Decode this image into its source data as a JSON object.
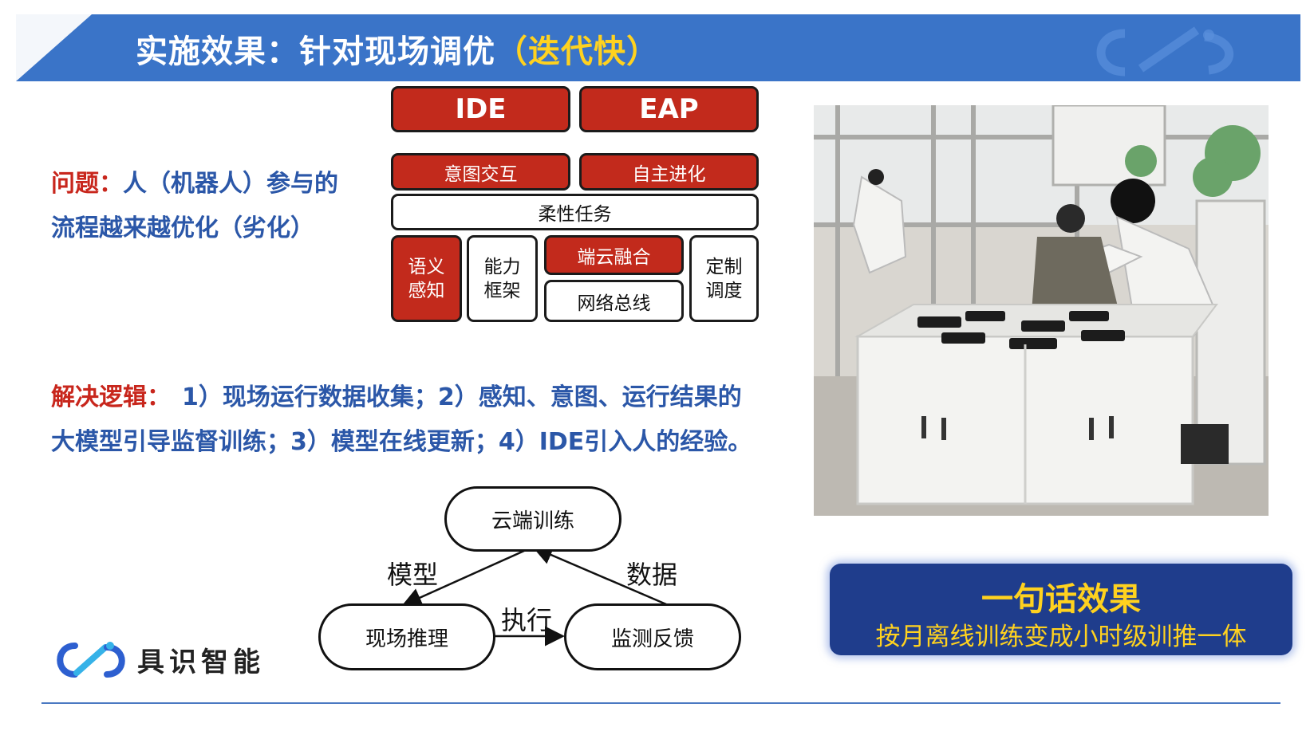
{
  "header": {
    "title": "实施效果：针对现场调优",
    "title_highlight": "（迭代快）"
  },
  "architecture": {
    "top": [
      "IDE",
      "EAP"
    ],
    "second": [
      "意图交互",
      "自主进化"
    ],
    "third": "柔性任务",
    "bottom": {
      "semantic": "语义感知",
      "capability": "能力框架",
      "edge_cloud": "端云融合",
      "network_bus": "网络总线",
      "custom_scheduling": "定制调度"
    }
  },
  "problem": {
    "label": "问题：",
    "line1": "人（机器人）参与的",
    "line2": "流程越来越优化（劣化）"
  },
  "solution": {
    "label": "解决逻辑：",
    "line1": "1）现场运行数据收集；2）感知、意图、运行结果的",
    "line2": "大模型引导监督训练；3）模型在线更新；4）IDE引入人的经验。"
  },
  "cycle": {
    "top_node": "云端训练",
    "left_node": "现场推理",
    "right_node": "监测反馈",
    "left_edge_label": "模型",
    "right_edge_label": "数据",
    "bottom_edge_label": "执行"
  },
  "summary": {
    "title": "一句话效果",
    "text": "按月离线训练变成小时级训推一体"
  },
  "logo": {
    "name": "具识智能"
  },
  "colors": {
    "header_blue": "#3a74c8",
    "accent_red": "#c22a1c",
    "text_blue": "#2b57a8",
    "highlight_yellow": "#ffd21f",
    "summary_navy": "#1f3d8c"
  }
}
